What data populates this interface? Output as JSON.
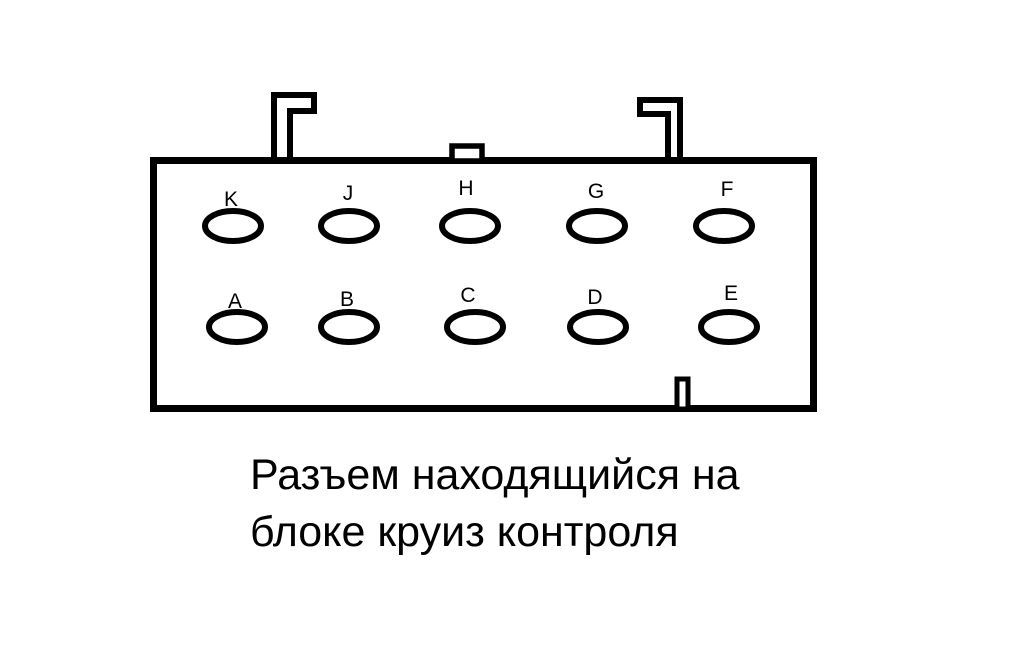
{
  "colors": {
    "line": "#000000",
    "background": "#ffffff"
  },
  "connector": {
    "pins_top": [
      {
        "label": "K"
      },
      {
        "label": "J"
      },
      {
        "label": "H"
      },
      {
        "label": "G"
      },
      {
        "label": "F"
      }
    ],
    "pins_bottom": [
      {
        "label": "A"
      },
      {
        "label": "B"
      },
      {
        "label": "C"
      },
      {
        "label": "D"
      },
      {
        "label": "E"
      }
    ]
  },
  "caption": {
    "line1": "Разъем находящийся на",
    "line2": "блоке круиз контроля"
  }
}
